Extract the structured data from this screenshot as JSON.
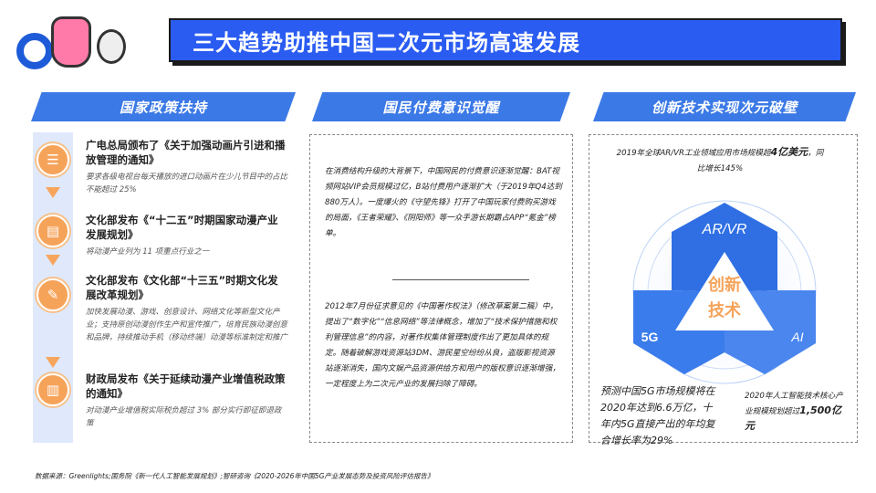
{
  "header": {
    "title": "三大趋势助推中国二次元市场高速发展"
  },
  "columns": [
    {
      "heading": "国家政策扶持"
    },
    {
      "heading": "国民付费意识觉醒"
    },
    {
      "heading": "创新技术实现次元破壁"
    }
  ],
  "policies": [
    {
      "title": "广电总局颁布了《关于加强动画片引进和播放管理的通知》",
      "desc": "要求各级电视台每天播放的进口动画片在少儿节目中的占比不能超过 25%",
      "icon": "document-icon"
    },
    {
      "title": "文化部发布《“十二五”时期国家动漫产业发展规划》",
      "desc": "将动漫产业列为 11 项重点行业之一",
      "icon": "notebook-icon"
    },
    {
      "title": "文化部发布《文化部“十三五”时期文化发展改革规划》",
      "desc": "加快发展动漫、游戏、创意设计、网络文化等新型文化产业；支持原创动漫创作生产和宣传推广，培育民族动漫创意和品牌，持续推动手机（移动终端）动漫等标准制定和推广",
      "icon": "edit-icon"
    },
    {
      "title": "财政局发布《关于延续动漫产业增值税政策的通知》",
      "desc": "对动漫产业增值税实际税负超过 3% 部分实行即征即退政策",
      "icon": "book-icon"
    }
  ],
  "awareness": {
    "paragraph1": "在消费结构升级的大背景下，中国网民的付费意识逐渐觉醒：BAT视频网站VIP会员规模过亿，B站付费用户逐渐扩大（于2019年Q4达到880万人）。一度爆火的《守望先锋》打开了中国玩家付费购买游戏的局面，《王者荣耀》、《阴阳师》等一众手游长期霸占APP“氪金”榜单。",
    "paragraph2": "2012年7月份征求意见的《中国著作权法》（修改草案第二稿）中，提出了“数字化”“信息网络”等法律概念，增加了“技术保护措施和权利管理信息”的内容，对著作权集体管理制度作出了更加具体的规定。随着破解游戏资源站3DM、游民星空纷纷从良，盗版影视资源站逐渐消失，国内文娱产品资源供给方和用户的版权意识逐渐增强，一定程度上为二次元产业的发展扫除了障碍。"
  },
  "tech": {
    "stat_top_prefix": "2019年全球AR/VR工业领域应用市场规模超",
    "stat_top_value": "4亿美元",
    "stat_top_suffix": "，同比增长145%",
    "center_line1": "创新",
    "center_line2": "技术",
    "label_arvr": "AR/VR",
    "label_5g": "5G",
    "label_ai": "AI",
    "stat_left": "预测中国5G市场规模将在2020年达到6.6万亿，十年内5G直接产出的年均复合增长率为29%",
    "stat_right_prefix": "2020年人工智能技术核心产业规模规划超过",
    "stat_right_value": "1,500亿元"
  },
  "source": "数据来源：Greenlights;国务院《新一代人工智能发展规划》;智研咨询《2020-2026年中国5G产业发展态势及投资风险评估报告》",
  "colors": {
    "brand_blue": "#2a5cf2",
    "head_blue": "#3b79e6",
    "accent_orange": "#f6a35a"
  }
}
